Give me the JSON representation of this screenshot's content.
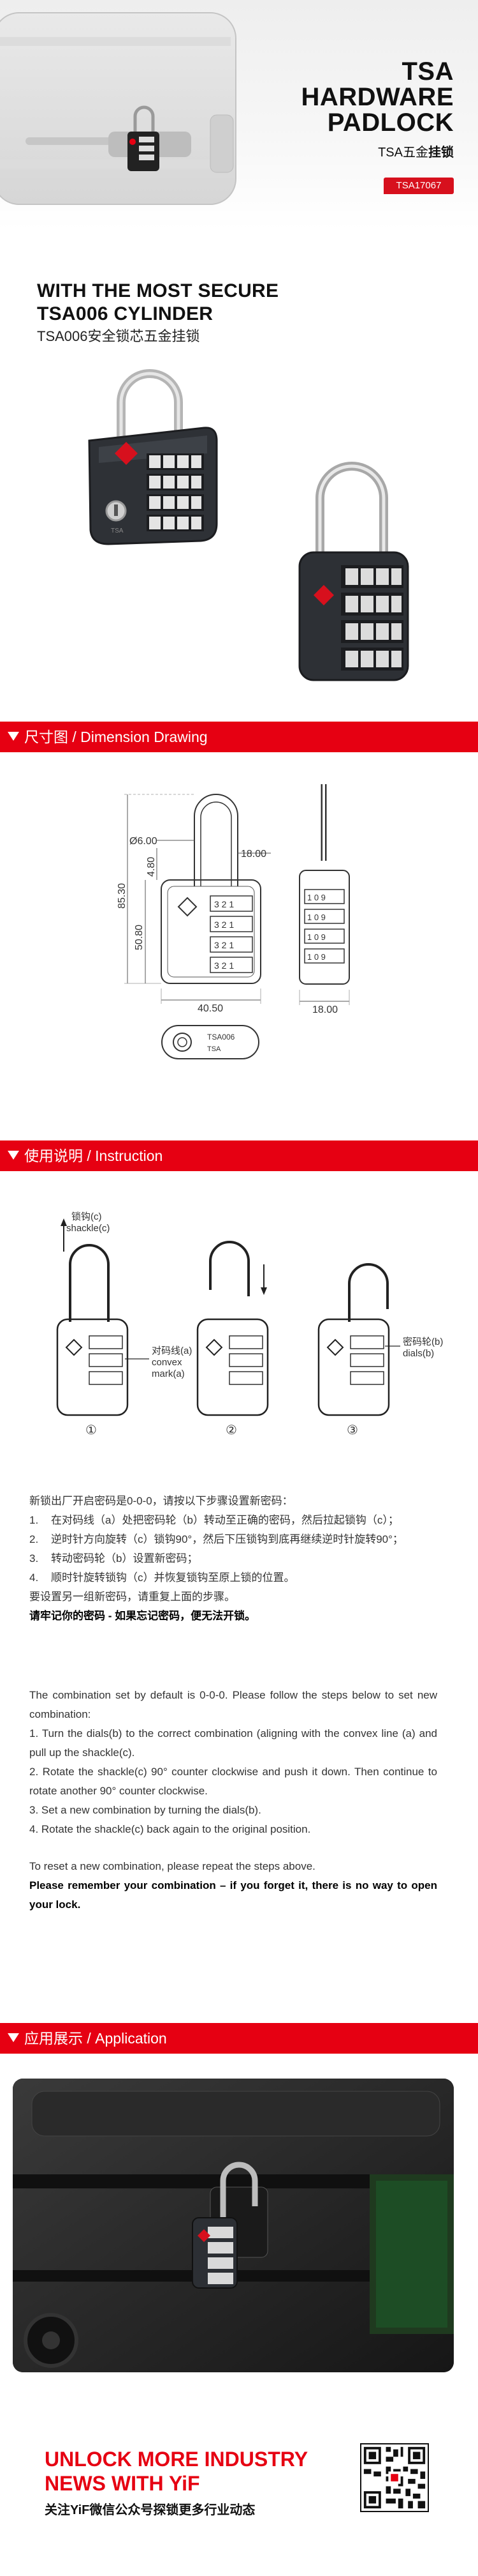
{
  "hero": {
    "title_line1": "TSA",
    "title_line2": "HARDWARE",
    "title_line3": "PADLOCK",
    "subtitle_prefix": "TSA五金",
    "subtitle_bold": "挂锁",
    "model_badge": "TSA17067",
    "accent_color": "#e60012"
  },
  "product": {
    "heading_line1": "WITH THE MOST SECURE",
    "heading_line2": "TSA006 CYLINDER",
    "heading_cn": "TSA006安全锁芯五金挂锁",
    "dial_digits": [
      "3",
      "2",
      "1",
      "0"
    ]
  },
  "sections": {
    "dimension": "尺寸图 / Dimension Drawing",
    "instruction": "使用说明 / Instruction",
    "application": "应用展示 / Application"
  },
  "dimension": {
    "dia": "Ø6.00",
    "w_top": "18.00",
    "h_total": "85.30",
    "h_body": "50.80",
    "h_small": "4.80",
    "w_bottom": "40.50",
    "side_w": "18.00",
    "keyhole_label": "TSA006"
  },
  "instruction": {
    "label_shackle": "锁钩(c)\nshackle(c)",
    "label_shackle_cn": "锁钩(c)",
    "label_shackle_en": "shackle(c)",
    "label_convex_cn": "对码线(a)",
    "label_convex_en1": "convex",
    "label_convex_en2": "mark(a)",
    "label_dials_cn": "密码轮(b)",
    "label_dials_en": "dials(b)",
    "step1": "①",
    "step2": "②",
    "step3": "③",
    "cn_intro": "新锁出厂开启密码是0-0-0，请按以下步骤设置新密码：",
    "cn_steps": [
      {
        "n": "1.",
        "t": "在对码线（a）处把密码轮（b）转动至正确的密码，然后拉起锁钩（c）；"
      },
      {
        "n": "2.",
        "t": "逆时针方向旋转（c）锁钩90°，然后下压锁钩到底再继续逆时针旋转90°；"
      },
      {
        "n": "3.",
        "t": "转动密码轮（b）设置新密码；"
      },
      {
        "n": "4.",
        "t": "顺时针旋转锁钩（c）并恢复锁钩至原上锁的位置。"
      }
    ],
    "cn_reset": "要设置另一组新密码，请重复上面的步骤。",
    "cn_warning": "请牢记你的密码 - 如果忘记密码，便无法开锁。",
    "en_intro": "The combination set by default is 0-0-0. Please follow the steps below to set new combination:",
    "en_steps": [
      "1. Turn the dials(b) to the correct combination (aligning with the convex line (a) and pull up the shackle(c).",
      "2. Rotate the shackle(c) 90° counter clockwise and push it down. Then continue to rotate another 90° counter clockwise.",
      "3. Set a new combination by turning the dials(b).",
      "4. Rotate the shackle(c) back again to the original position."
    ],
    "en_reset": "To reset a new combination, please repeat the steps above.",
    "en_warning": "Please remember your combination – if you forget it, there is no way to open your lock."
  },
  "footer": {
    "title_line1": "UNLOCK MORE INDUSTRY",
    "title_line2": "NEWS WITH YiF",
    "subtitle": "关注YiF微信公众号探锁更多行业动态"
  }
}
